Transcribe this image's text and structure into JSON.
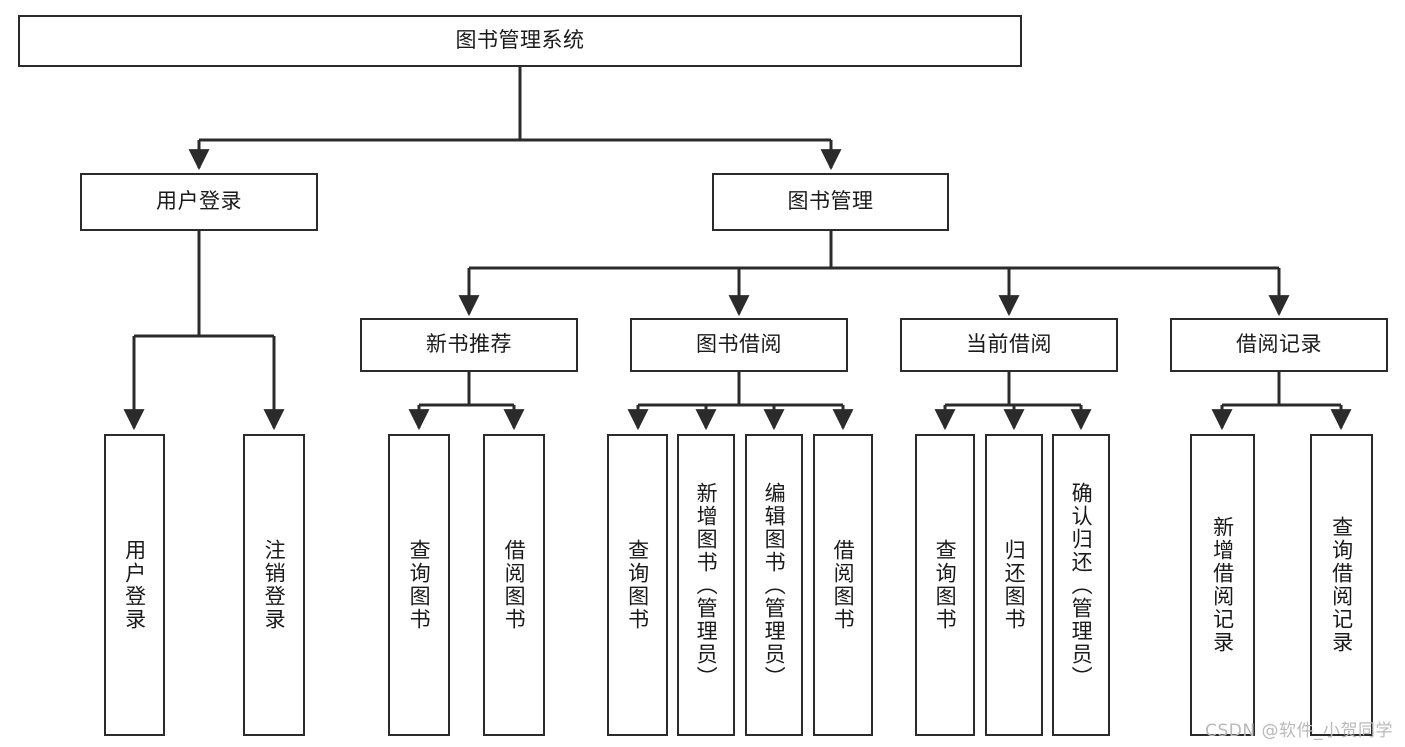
{
  "diagram": {
    "type": "tree",
    "title": "图书管理系统",
    "orientation": "top-down",
    "colors": {
      "box_border": "#2b2b2b",
      "box_fill": "#ffffff",
      "connector": "#2b2b2b",
      "text": "#1a1a1a",
      "watermark": "#b9b9b9",
      "background": "#ffffff"
    },
    "nodes": {
      "root": {
        "label": "图书管理系统"
      },
      "level2": [
        {
          "id": "user-login",
          "label": "用户登录"
        },
        {
          "id": "book-manage",
          "label": "图书管理"
        }
      ],
      "level3": [
        {
          "id": "new-book-rec",
          "label": "新书推荐"
        },
        {
          "id": "book-borrow",
          "label": "图书借阅"
        },
        {
          "id": "current-borrow",
          "label": "当前借阅"
        },
        {
          "id": "borrow-record",
          "label": "借阅记录"
        }
      ],
      "leaves": [
        {
          "id": "leaf-user-login",
          "label": "用户登录",
          "parent": "user-login"
        },
        {
          "id": "leaf-user-logout",
          "label": "注销登录",
          "parent": "user-login"
        },
        {
          "id": "leaf-query-book-1",
          "label": "查询图书",
          "parent": "new-book-rec"
        },
        {
          "id": "leaf-borrow-book-1",
          "label": "借阅图书",
          "parent": "new-book-rec"
        },
        {
          "id": "leaf-query-book-2",
          "label": "查询图书",
          "parent": "book-borrow"
        },
        {
          "id": "leaf-add-book",
          "label": "新增图书（管理员）",
          "parent": "book-borrow"
        },
        {
          "id": "leaf-edit-book",
          "label": "编辑图书（管理员）",
          "parent": "book-borrow"
        },
        {
          "id": "leaf-borrow-book-2",
          "label": "借阅图书",
          "parent": "book-borrow"
        },
        {
          "id": "leaf-query-book-3",
          "label": "查询图书",
          "parent": "current-borrow"
        },
        {
          "id": "leaf-return-book",
          "label": "归还图书",
          "parent": "current-borrow"
        },
        {
          "id": "leaf-confirm-return",
          "label": "确认归还（管理员）",
          "parent": "current-borrow"
        },
        {
          "id": "leaf-add-record",
          "label": "新增借阅记录",
          "parent": "borrow-record"
        },
        {
          "id": "leaf-query-record",
          "label": "查询借阅记录",
          "parent": "borrow-record"
        }
      ]
    },
    "watermark": "CSDN @软件_小贺同学"
  }
}
